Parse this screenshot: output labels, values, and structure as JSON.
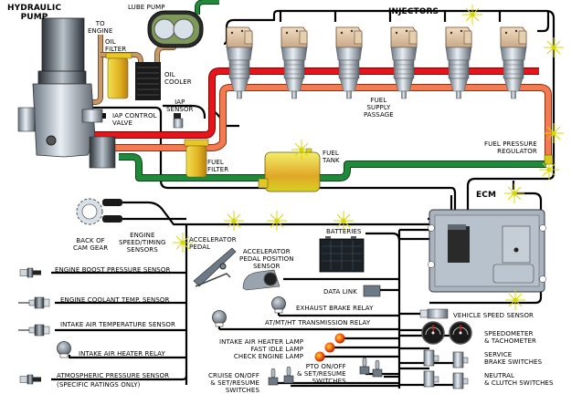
{
  "title": "Electronic Engine Control System Diagram",
  "colors": {
    "high_pressure_oil": "#e8141c",
    "fuel_supply": "#f47a52",
    "fuel_return": "#1f8a3a",
    "oil_line": "#c89a6a",
    "wiring": "#000000",
    "spark": "#d8d800",
    "component_yellow": "#e0d020",
    "metal": "#a9b4c0"
  },
  "labels": {
    "hydraulic_pump": "HYDRAULIC\nPUMP",
    "to_engine": "TO\nENGINE",
    "lube_pump": "LUBE PUMP",
    "oil_filter": "OIL\nFILTER",
    "oil_cooler": "OIL\nCOOLER",
    "iap_sensor": "IAP\nSENSOR",
    "iap_control_valve": "IAP CONTROL\nVALVE",
    "injectors": "INJECTORS",
    "fuel_supply_passage": "FUEL\nSUPPLY\nPASSAGE",
    "fuel_pressure_regulator": "FUEL PRESSURE\nREGULATOR",
    "fuel_filter": "FUEL\nFILTER",
    "fuel_tank": "FUEL\nTANK",
    "ecm": "ECM",
    "back_of_cam_gear": "BACK OF\nCAM GEAR",
    "engine_speed_timing_sensors": "ENGINE\nSPEED/TIMING\nSENSORS",
    "accelerator_pedal": "ACCELERATOR\nPEDAL",
    "accelerator_pedal_position_sensor": "ACCELERATOR\nPEDAL POSITION\nSENSOR",
    "batteries": "BATTERIES",
    "data_link": "DATA LINK",
    "exhaust_brake_relay": "EXHAUST BRAKE RELAY",
    "transmission_relay": "AT/MT/HT TRANSMISSION RELAY",
    "lamps": "INTAKE AIR HEATER LAMP\nFAST IDLE LAMP\nCHECK ENGINE LAMP",
    "cruise_switches": "CRUISE ON/OFF\n& SET/RESUME\nSWITCHES",
    "pto_switches": "PTO ON/OFF\n& SET/RESUME\nSWITCHES",
    "vehicle_speed_sensor": "VEHICLE SPEED SENSOR",
    "speedometer_tachometer": "SPEEDOMETER\n& TACHOMETER",
    "service_brake_switches": "SERVICE\nBRAKE SWITCHES",
    "neutral_clutch_switches": "NEUTRAL\n& CLUTCH SWITCHES",
    "engine_boost_pressure_sensor": "ENGINE BOOST PRESSURE SENSOR",
    "engine_coolant_temp_sensor": "ENGINE COOLANT TEMP. SENSOR",
    "intake_air_temperature_sensor": "INTAKE AIR TEMPERATURE SENSOR",
    "intake_air_heater_relay": "INTAKE AIR HEATER RELAY",
    "atmospheric_pressure_sensor": "ATMOSPHERIC PRESSURE SENSOR",
    "specific_ratings_only": "(SPECIFIC RATINGS ONLY)"
  },
  "injector_count": 6
}
